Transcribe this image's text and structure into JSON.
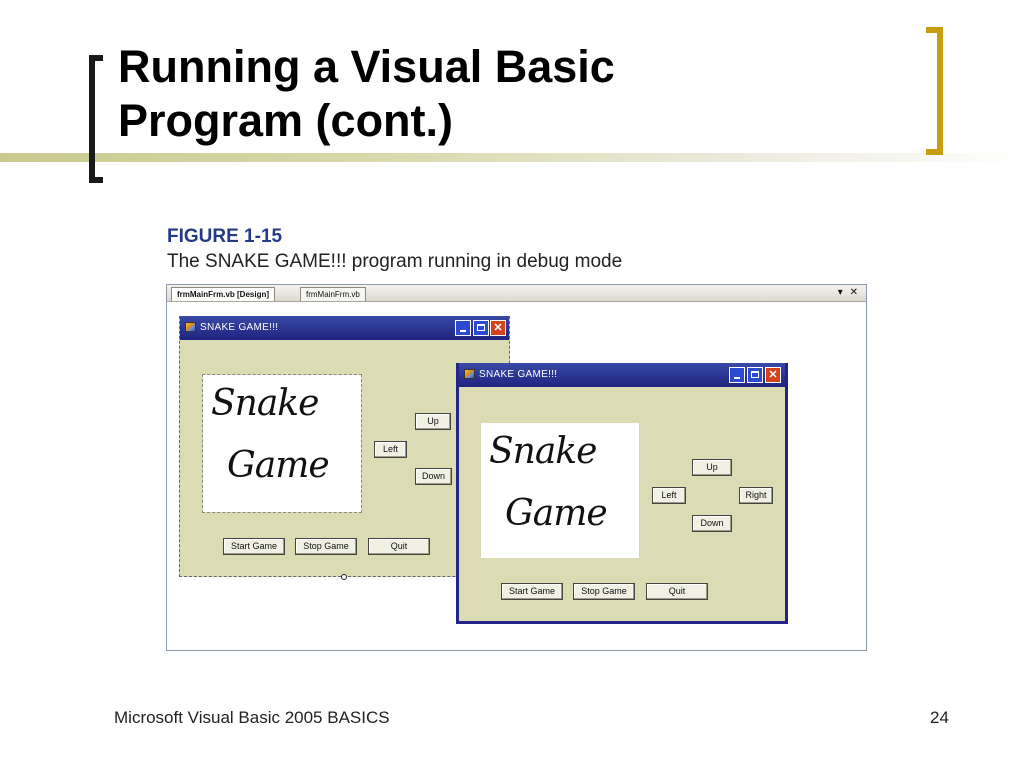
{
  "slide": {
    "title_line1": "Running a Visual Basic",
    "title_line2": "Program (cont.)",
    "footer": "Microsoft Visual Basic 2005 BASICS",
    "page_number": "24"
  },
  "figure": {
    "label": "FIGURE 1-15",
    "caption": "The SNAKE GAME!!! program running in debug mode"
  },
  "ide": {
    "tabs": [
      "frmMainFrm.vb [Design]",
      "frmMainFrm.vb"
    ],
    "active_tab": 0,
    "dropdown_glyph": "▾",
    "close_glyph": "✕"
  },
  "design_form": {
    "title": "SNAKE GAME!!!",
    "logo_line1": "Snake",
    "logo_line2": "Game",
    "buttons": {
      "up": "Up",
      "left": "Left",
      "down": "Down",
      "start": "Start Game",
      "stop": "Stop Game",
      "quit": "Quit"
    }
  },
  "debug_form": {
    "title": "SNAKE GAME!!!",
    "logo_line1": "Snake",
    "logo_line2": "Game",
    "buttons": {
      "up": "Up",
      "left": "Left",
      "right": "Right",
      "down": "Down",
      "start": "Start Game",
      "stop": "Stop Game",
      "quit": "Quit"
    }
  },
  "window_controls": {
    "close_glyph": "✕"
  },
  "colors": {
    "title_bar": "#1d247e",
    "form_background": "#dcdcb4",
    "figure_label": "#253a84",
    "left_bracket": "#1a1a1a",
    "right_bracket": "#c99d12",
    "close_button": "#d2421c"
  }
}
